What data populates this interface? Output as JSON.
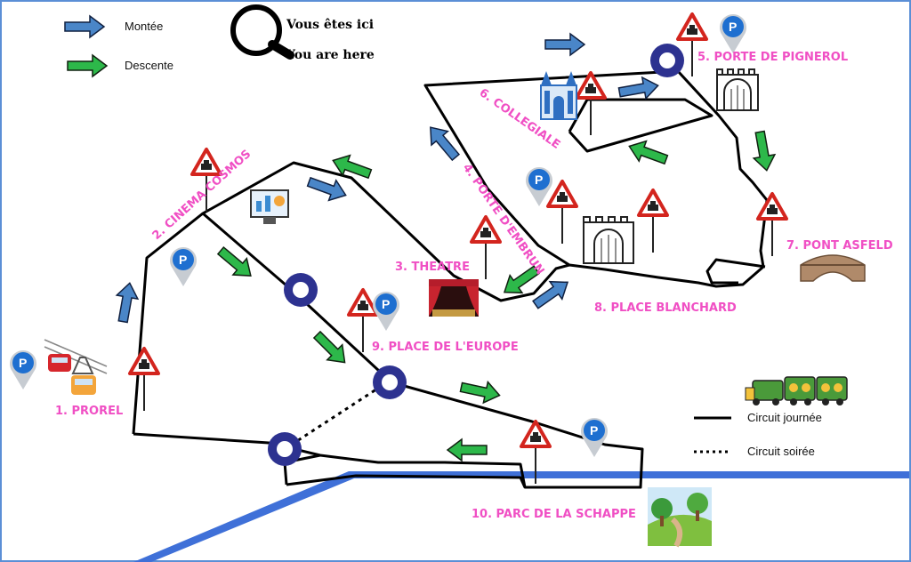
{
  "legend": {
    "up_label": "Montée",
    "down_label": "Descente",
    "here_fr": "Vous êtes ici",
    "here_en": "You are here",
    "day_circuit": "Circuit journée",
    "night_circuit": "Circuit soirée"
  },
  "stops": {
    "s1": "1. PROREL",
    "s2": "2. CINEMA COSMOS",
    "s3": "3. THEATRE",
    "s4": "4. PORTE D'EMBRUN",
    "s5": "5. PORTE DE PIGNEROL",
    "s6": "6. COLLEGIALE",
    "s7": "7. PONT ASFELD",
    "s8": "8. PLACE BLANCHARD",
    "s9": "9. PLACE DE L'EUROPE",
    "s10": "10. PARC DE LA SCHAPPE"
  },
  "colors": {
    "up_arrow": "#4a86c8",
    "down_arrow": "#2db84a",
    "stop_label": "#f04fc4",
    "you_are_here": "#3a3f9a",
    "river": "#3f70d8",
    "frame": "#5b8fd6"
  },
  "icons": [
    "parking-icon",
    "warning-sign-icon",
    "cable-car-icon",
    "cinema-icon",
    "theatre-icon",
    "gate-icon",
    "church-icon",
    "bridge-icon",
    "park-icon",
    "train-icon",
    "magnifier-icon"
  ]
}
